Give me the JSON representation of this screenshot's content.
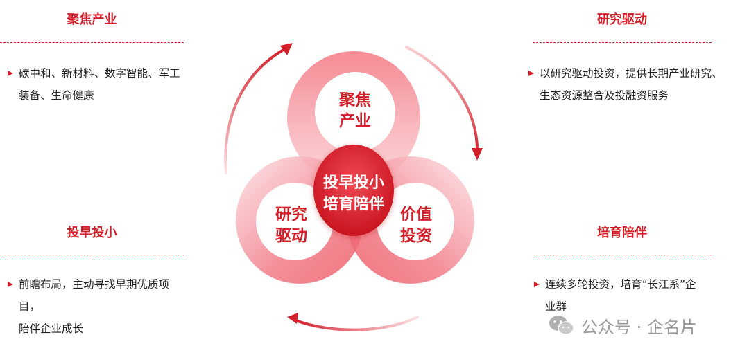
{
  "panels": {
    "top_left": {
      "title": "聚焦产业",
      "lines": [
        "碳中和、新材料、数字智能、军工",
        "装备、生命健康"
      ]
    },
    "top_right": {
      "title": "研究驱动",
      "lines": [
        "以研究驱动投资，提供长期产业研究、",
        "生态资源整合及投融资服务"
      ]
    },
    "bottom_left": {
      "title": "投早投小",
      "lines": [
        "前瞻布局，主动寻找早期优质项目，",
        "陪伴企业成长"
      ]
    },
    "bottom_right": {
      "title": "培育陪伴",
      "lines": [
        "连续多轮投资，培育“长江系”企",
        "业群"
      ]
    }
  },
  "diagram": {
    "top": [
      "聚焦",
      "产业"
    ],
    "left": [
      "研究",
      "驱动"
    ],
    "right": [
      "价值",
      "投资"
    ],
    "center": [
      "投早投小",
      "培育陪伴"
    ]
  },
  "colors": {
    "accent": "#d31f2a",
    "ring": "#ef5e6a",
    "center": "#d91f2b"
  },
  "watermark": {
    "icon": "wechat-icon",
    "text": "公众号 · 企名片"
  }
}
